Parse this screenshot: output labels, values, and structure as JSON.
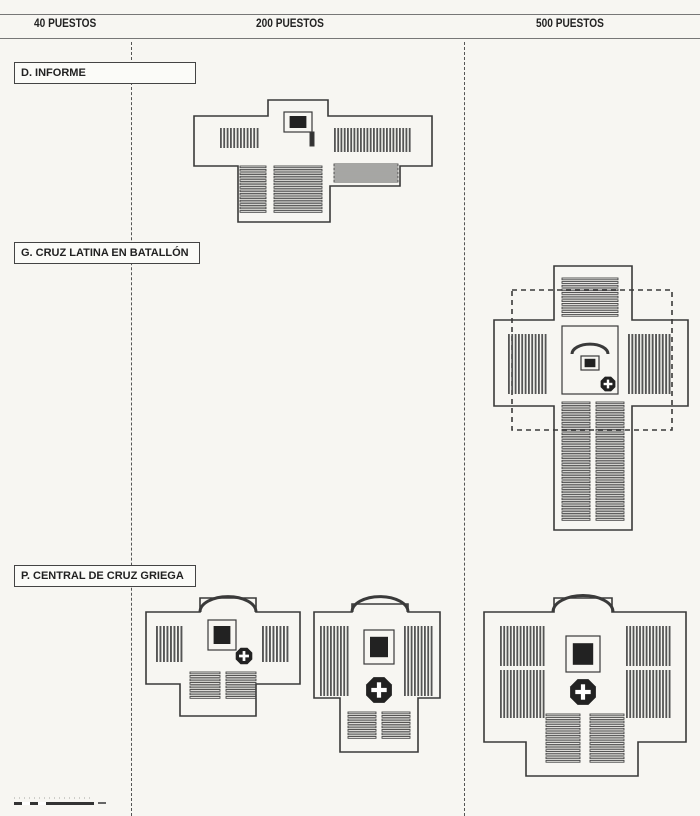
{
  "columns": [
    "40 PUESTOS",
    "200 PUESTOS",
    "500 PUESTOS"
  ],
  "sections": [
    {
      "label": "D. INFORME"
    },
    {
      "label": "G. CRUZ LATINA EN BATALLÓN"
    },
    {
      "label": "P. CENTRAL DE CRUZ GRIEGA"
    }
  ],
  "colors": {
    "ink": "#3a3a3a",
    "paper": "#f7f6f2"
  }
}
